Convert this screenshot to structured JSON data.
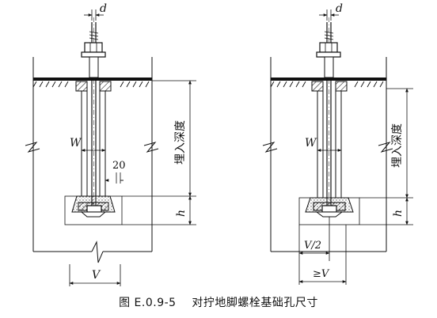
{
  "left_detail": {
    "d_label": "d",
    "W_label": "W",
    "gap_label": "20",
    "depth_label": "埋入深度",
    "h_label": "h",
    "V_label": "V"
  },
  "right_detail": {
    "d_label": "d",
    "W_label": "W",
    "depth_label": "埋入深度",
    "h_label": "h",
    "half_V_label": "V/2",
    "min_V_label": "≥V"
  },
  "caption": {
    "figure_number": "图 E.0.9-5",
    "title": "对拧地脚螺栓基础孔尺寸"
  }
}
